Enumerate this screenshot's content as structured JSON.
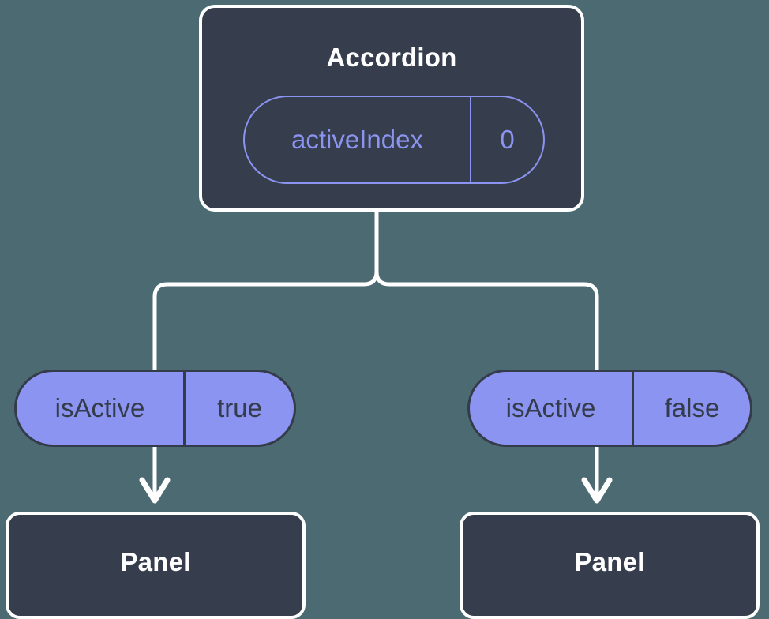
{
  "diagram": {
    "background_color": "#4c6a72",
    "card_fill": "#363d4d",
    "card_border": "#ffffff",
    "accent_purple": "#8b94f0",
    "pill_text_color": "#343b4a",
    "connector_color": "#ffffff"
  },
  "root": {
    "title": "Accordion",
    "state": {
      "key": "activeIndex",
      "value": "0"
    }
  },
  "branches": [
    {
      "prop": {
        "key": "isActive",
        "value": "true"
      },
      "child": {
        "title": "Panel"
      }
    },
    {
      "prop": {
        "key": "isActive",
        "value": "false"
      },
      "child": {
        "title": "Panel"
      }
    }
  ]
}
